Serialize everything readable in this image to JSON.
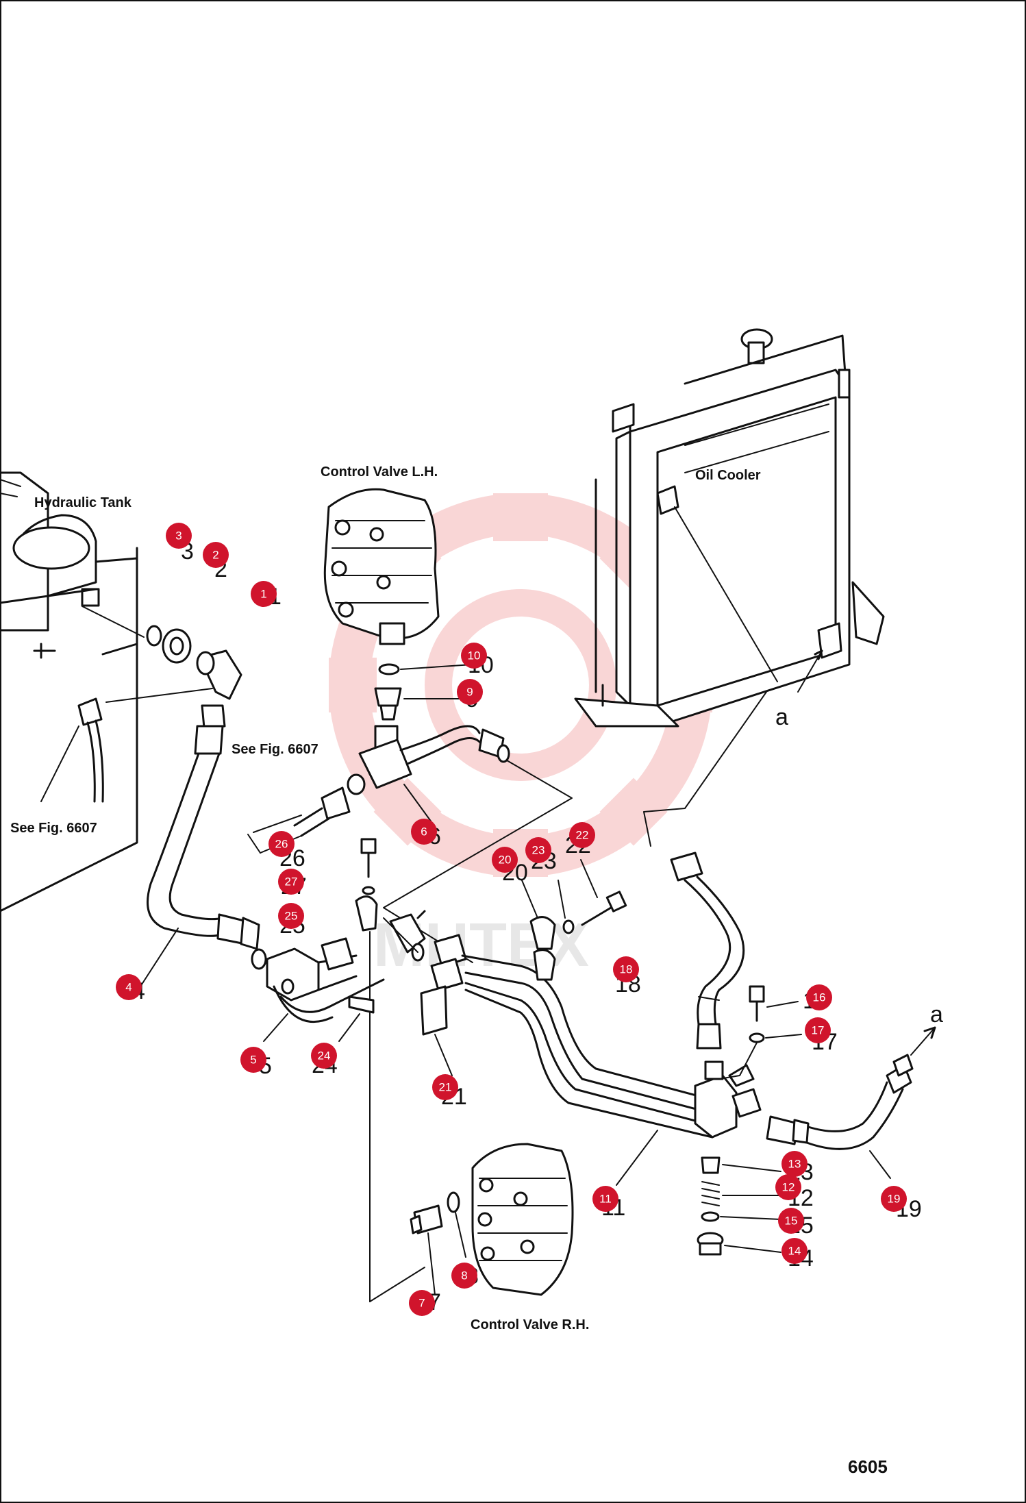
{
  "labels": {
    "hydraulic_tank": "Hydraulic Tank",
    "control_valve_lh": "Control Valve L.H.",
    "oil_cooler": "Oil Cooler",
    "see_fig_left": "See Fig. 6607",
    "see_fig_mid": "See Fig. 6607",
    "control_valve_rh": "Control Valve R.H.",
    "marker_a_top": "a",
    "marker_a_right": "a",
    "figure_number": "6605"
  },
  "watermark": {
    "text": "MHTEX",
    "color": "#cccccc",
    "gear_color": "#f5b5b5"
  },
  "callout_color": "#d0142c",
  "callouts": [
    "1",
    "2",
    "3",
    "4",
    "5",
    "6",
    "7",
    "8",
    "9",
    "10",
    "11",
    "12",
    "13",
    "14",
    "15",
    "16",
    "17",
    "18",
    "19",
    "20",
    "21",
    "22",
    "23",
    "24",
    "25",
    "26",
    "27"
  ],
  "printed_numbers": [
    "1",
    "2",
    "3",
    "4",
    "5",
    "6",
    "7",
    "8",
    "9",
    "10",
    "11",
    "12",
    "13",
    "14",
    "15",
    "16",
    "17",
    "18",
    "19",
    "20",
    "21",
    "22",
    "23",
    "24",
    "25",
    "26",
    "27"
  ]
}
